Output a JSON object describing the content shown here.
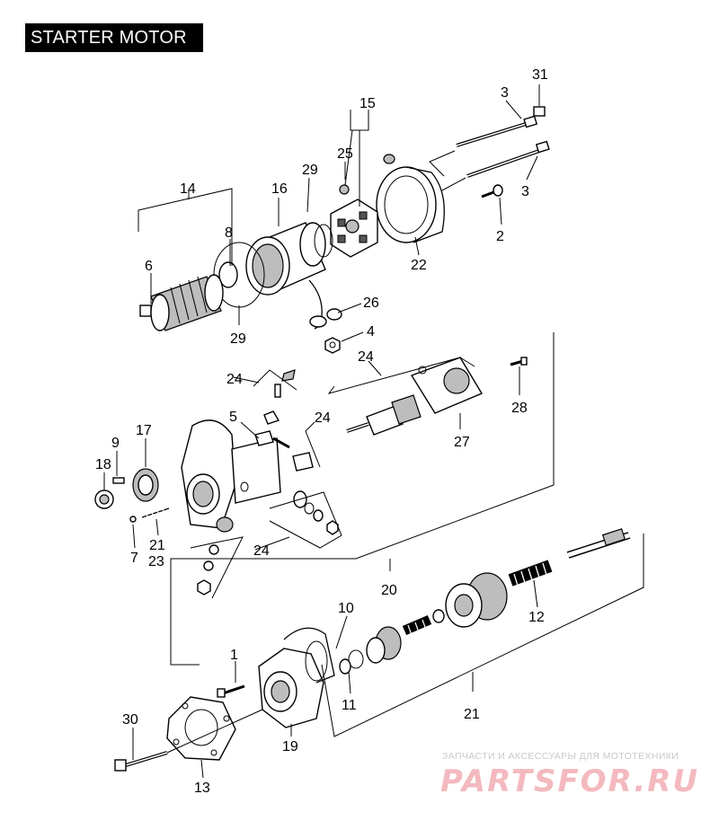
{
  "title": "STARTER MOTOR",
  "callouts": {
    "c1": "1",
    "c2": "2",
    "c3a": "3",
    "c3b": "3",
    "c4": "4",
    "c5": "5",
    "c6": "6",
    "c7": "7",
    "c8": "8",
    "c9": "9",
    "c10": "10",
    "c11": "11",
    "c12": "12",
    "c13": "13",
    "c14": "14",
    "c15": "15",
    "c16": "16",
    "c17": "17",
    "c18": "18",
    "c19": "19",
    "c20": "20",
    "c21a": "21",
    "c21b": "21",
    "c22": "22",
    "c23": "23",
    "c24a": "24",
    "c24b": "24",
    "c24c": "24",
    "c24d": "24",
    "c25": "25",
    "c26": "26",
    "c27": "27",
    "c28": "28",
    "c29a": "29",
    "c29b": "29",
    "c30": "30",
    "c31": "31"
  },
  "watermark": {
    "tagline": "ЗАПЧАСТИ И АКСЕССУАРЫ ДЛЯ МОТОТЕХНИКИ",
    "logo": "PARTSFOR.RU"
  },
  "colors": {
    "ink": "#000000",
    "title_bg": "#000000",
    "title_fg": "#ffffff",
    "part_shade": "#bdbdbd",
    "watermark_logo": "#f3b9be"
  }
}
